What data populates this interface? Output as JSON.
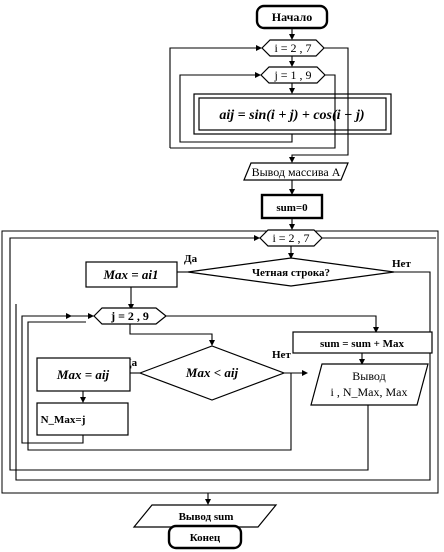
{
  "nodes": {
    "start": "Начало",
    "loop_i_outer": "i = 2 , 7",
    "loop_j_outer": "j = 1 , 9",
    "formula": "aij = sin(i + j) + cos(i − j)",
    "output_array": "Вывод массива А",
    "sum_init": "sum=0",
    "loop_i_inner": "i = 2 , 7",
    "condition_even": "Четная строка?",
    "max_ai1": "Max = ai1",
    "loop_j_inner": "j = 2 , 9",
    "condition_max": "Max < aij",
    "max_aij": "Max = aij",
    "n_max": "N_Max=j",
    "sum_update": "sum = sum + Max",
    "output_row_title": "Вывод",
    "output_row_vars": "i , N_Max, Max",
    "output_sum": "Вывод sum",
    "end": "Конец"
  },
  "labels": {
    "yes1": "Да",
    "no1": "Нет",
    "yes2": "Да",
    "no2": "Нет"
  }
}
